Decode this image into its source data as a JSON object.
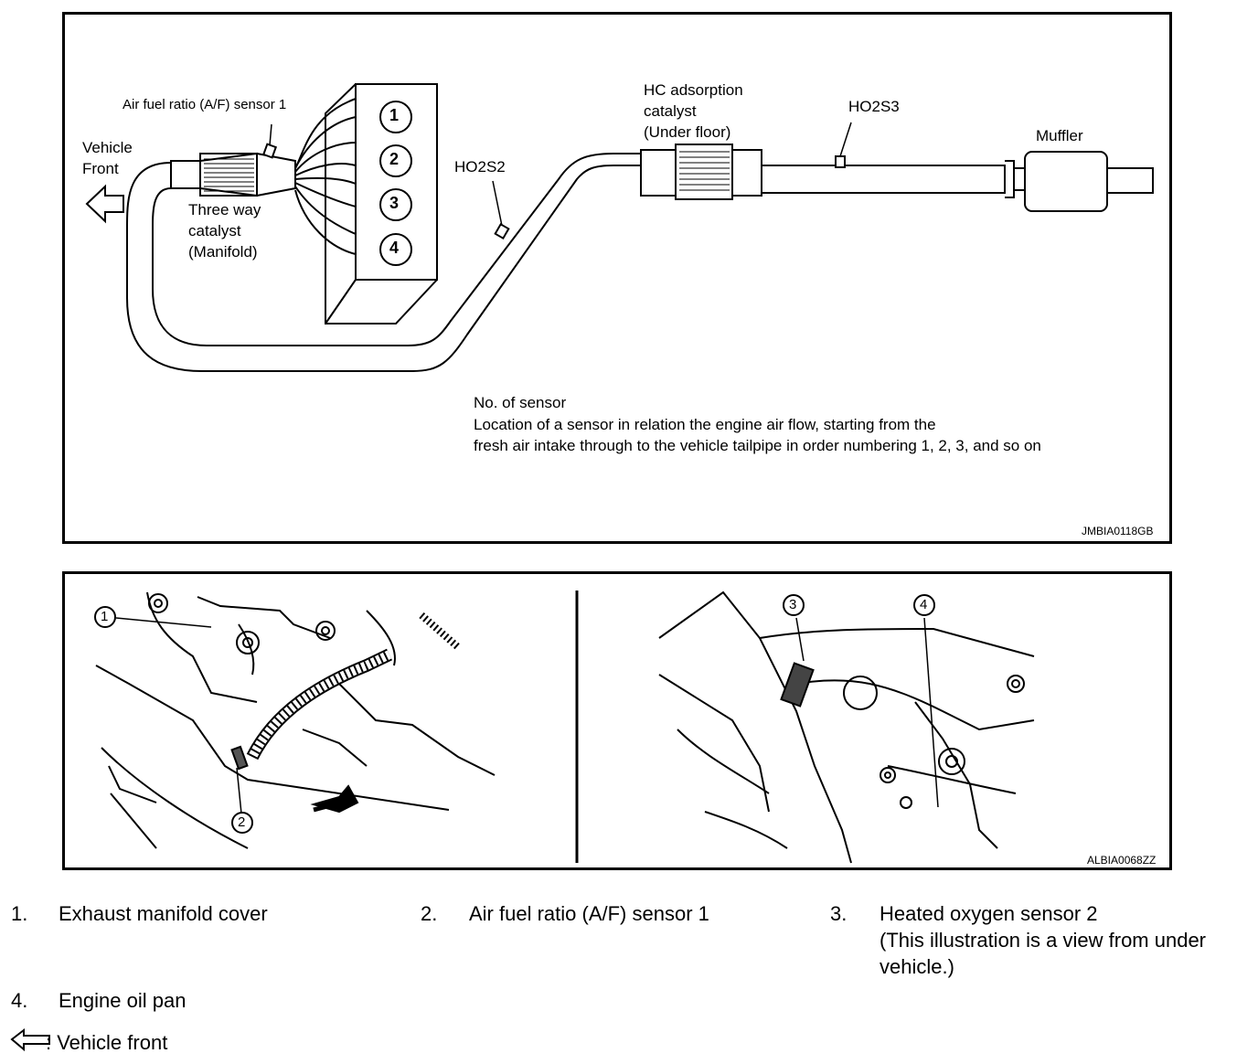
{
  "top_diagram": {
    "af_sensor_label": "Air fuel ratio (A/F) sensor 1",
    "vehicle_front_label": [
      "Vehicle",
      "Front"
    ],
    "three_way_label": [
      "Three way",
      "catalyst",
      "(Manifold)"
    ],
    "cylinders": [
      "1",
      "2",
      "3",
      "4"
    ],
    "ho2s2_label": "HO2S2",
    "hc_label": [
      "HC adsorption",
      "catalyst",
      "(Under floor)"
    ],
    "ho2s3_label": "HO2S3",
    "muffler_label": "Muffler",
    "note_lines": [
      "No. of sensor",
      "Location of a sensor in relation the engine air flow, starting from the",
      "fresh air intake through to the vehicle tailpipe in order numbering 1, 2, 3, and so on"
    ],
    "code": "JMBIA0118GB"
  },
  "bottom_diagram": {
    "callouts": [
      "1",
      "2",
      "3",
      "4"
    ],
    "code": "ALBIA0068ZZ"
  },
  "legend": {
    "items": [
      {
        "num": "1.",
        "text": "Exhaust manifold cover"
      },
      {
        "num": "2.",
        "text": "Air fuel ratio (A/F) sensor 1"
      },
      {
        "num": "3.",
        "text": "Heated oxygen sensor 2",
        "sub": [
          "(This illustration is a view from under",
          "vehicle.)"
        ]
      },
      {
        "num": "4.",
        "text": "Engine oil pan"
      }
    ],
    "arrow_text": ": Vehicle front"
  }
}
